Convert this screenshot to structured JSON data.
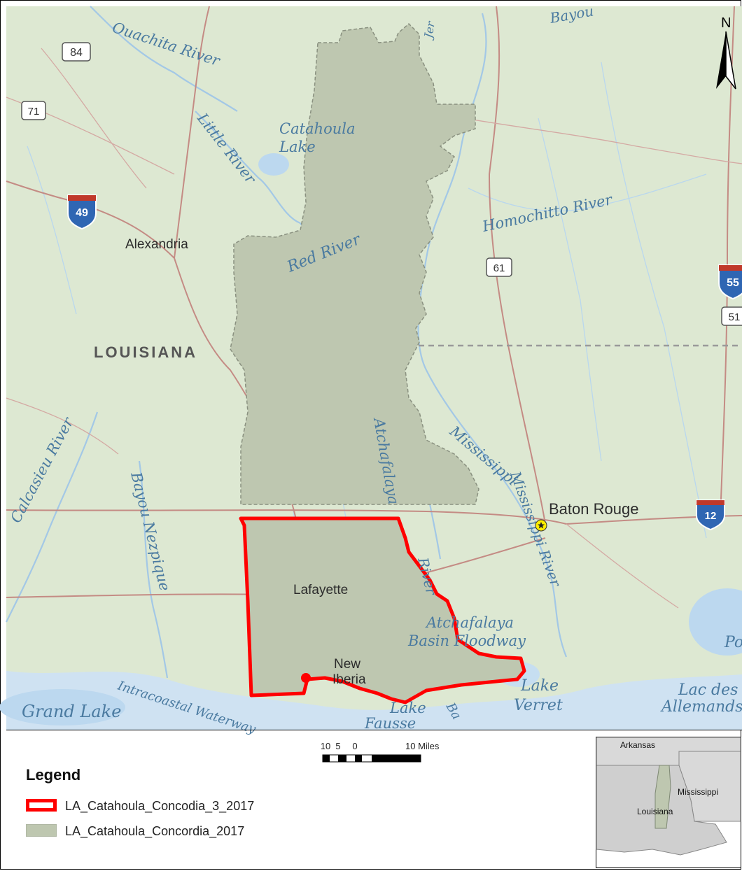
{
  "colors": {
    "land": "#dde8d2",
    "study_area_fill": "#bec7b0",
    "study_area_outline": "#8a9180",
    "subarea_outline": "#ff0000",
    "water": "#bcd8ef",
    "road": "#c48b84",
    "capital_star": "#ffee00"
  },
  "map": {
    "north_arrow_letter": "N",
    "state_label": "LOUISIANA",
    "cities": {
      "alexandria": "Alexandria",
      "baton_rouge": "Baton Rouge",
      "lafayette": "Lafayette",
      "new_iberia_1": "New",
      "new_iberia_2": "Iberia"
    },
    "water_labels": {
      "ouachita_river": "Ouachita River",
      "bayou_top": "Bayou",
      "little_river": "Little River",
      "catahoula_lake_1": "Catahoula",
      "catahoula_lake_2": "Lake",
      "red_river": "Red River",
      "homochitto_river": "Homochitto River",
      "calcasieu_river": "Calcasieu River",
      "bayou_nezpique": "Bayou Nezpique",
      "atchafalaya_river_1": "Atchafalaya",
      "atchafalaya_river_2": "River",
      "mississippi_river_upper": "Mississippi",
      "mississippi_river_lower": "Mississippi River",
      "atchafalaya_basin_1": "Atchafalaya",
      "atchafalaya_basin_2": "Basin Floodway",
      "grand_lake": "Grand Lake",
      "intracoastal_waterway": "Intracoastal Waterway",
      "lake_fausse_1": "Lake",
      "lake_fausse_2": "Fausse",
      "lake_verret_1": "Lake",
      "lake_verret_2": "Verret",
      "lac_des_allemands_1": "Lac des",
      "lac_des_allemands_2": "Allemands",
      "lake_pontchartrain_fragment": "Po",
      "bayou_fragment": "Ba",
      "jer_fragment": "Jer"
    },
    "highway_shields": {
      "us_84": "84",
      "us_71": "71",
      "i_49": "49",
      "us_61": "61",
      "i_55": "55",
      "us_51": "51",
      "i_12": "12"
    }
  },
  "scale_bar": {
    "ticks": [
      "10",
      "5",
      "0",
      "10 Miles"
    ]
  },
  "legend": {
    "title": "Legend",
    "items": [
      {
        "label": "LA_Catahoula_Concodia_3_2017",
        "style": "outline",
        "color": "#ff0000"
      },
      {
        "label": "LA_Catahoula_Concordia_2017",
        "style": "fill",
        "color": "#bec7b0"
      }
    ]
  },
  "inset": {
    "labels": [
      "Arkansas",
      "Mississippi",
      "Louisiana"
    ]
  }
}
